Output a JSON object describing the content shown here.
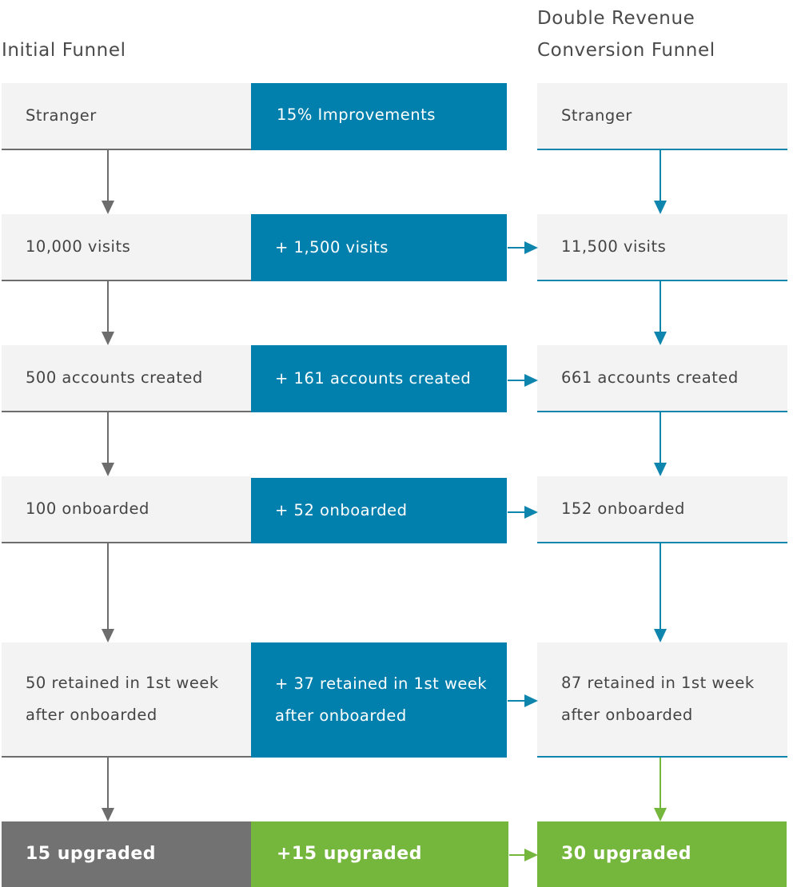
{
  "titles": {
    "initial": "Initial Funnel",
    "double_line1": "Double Revenue",
    "double_line2": "Conversion Funnel"
  },
  "initial_funnel": [
    "Stranger",
    "10,000 visits",
    "500 accounts created",
    "100 onboarded",
    "50 retained in 1st week\nafter onboarded",
    "15 upgraded"
  ],
  "improvements": [
    "15% Improvements",
    "+ 1,500 visits",
    "+ 161 accounts created",
    "+ 52 onboarded",
    "+ 37 retained in 1st week\nafter onboarded",
    "+15 upgraded"
  ],
  "double_funnel": [
    "Stranger",
    "11,500 visits",
    "661 accounts created",
    "152 onboarded",
    "87 retained in 1st week\nafter onboarded",
    "30 upgraded"
  ],
  "colors": {
    "gray_box": "#f3f3f3",
    "blue": "#0180ad",
    "green": "#75b63c",
    "dark_gray": "#727272",
    "arrow_gray": "#6d6d6d"
  }
}
